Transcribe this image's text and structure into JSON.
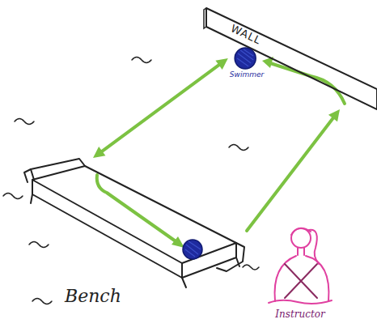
{
  "diagram": {
    "nodes": [
      {
        "text": [
          "WALL"
        ]
      },
      {
        "text": [
          "Swimmer"
        ]
      },
      {
        "text": [
          "Bench"
        ]
      },
      {
        "text": [
          "Instructor"
        ]
      }
    ],
    "edges": [
      {
        "from": 1,
        "to": 2,
        "arrow": "both"
      },
      {
        "from": 2,
        "to": 0,
        "arrow": "to"
      }
    ]
  }
}
